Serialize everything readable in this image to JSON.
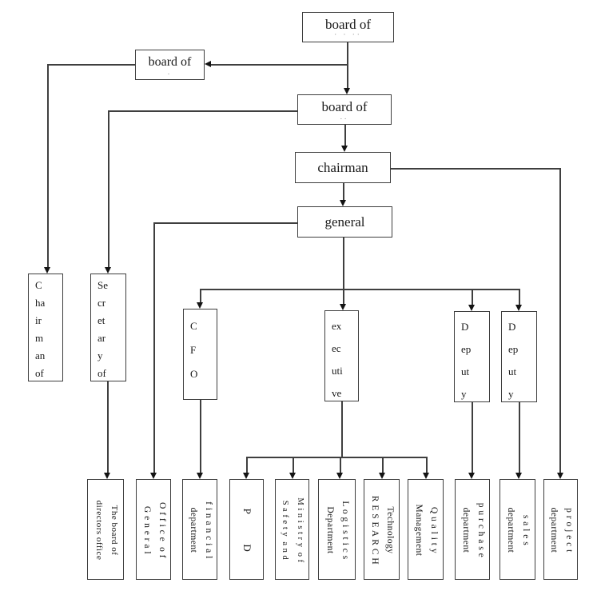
{
  "nodes": {
    "board_top": {
      "label": "board of",
      "sub": "· · ··"
    },
    "board_left": {
      "label": "board of",
      "sub": "."
    },
    "board_mid": {
      "label": "board of",
      "sub": ".."
    },
    "chairman": {
      "label": "chairman"
    },
    "general": {
      "label": "general"
    },
    "chairman_of": {
      "label": "Chairman of",
      "lines": "C\nha\nir\nm\nan\nof"
    },
    "secretary_of": {
      "label": "Secretary of",
      "lines": "Se\ncr\net\nar\ny\nof"
    },
    "cfo": {
      "label": "CFO",
      "lines": "C\nF\nO"
    },
    "executive": {
      "label": "executive",
      "lines": "ex\nec\nuti\nve"
    },
    "deputy1": {
      "label": "Deputy",
      "lines": "D\nep\nut\ny"
    },
    "deputy2": {
      "label": "Deputy",
      "lines": "D\nep\nut\ny"
    },
    "board_office": {
      "label": "The board of directors office",
      "lines": "The board of\ndirectors office"
    },
    "office_general": {
      "label": "Office of General",
      "lines": "O f f i c e  o f\nG e n e r a l"
    },
    "financial": {
      "label": "financial department",
      "lines": "f i n a n c i a l\ndepartment"
    },
    "pd": {
      "label": "P D",
      "lines": "P          D"
    },
    "ministry": {
      "label": "Ministry of Safety and",
      "lines": "M i n i s t r y  o f\nS a f e t y  a n d"
    },
    "logistics": {
      "label": "Logistics Department",
      "lines": "L o g i s t i c s\nDepartment"
    },
    "technology": {
      "label": "Technology RESEARCH",
      "lines": "Technology\nR E S E A R C H"
    },
    "quality": {
      "label": "Quality Management",
      "lines": "Q u a l i t y\nManagement"
    },
    "purchase": {
      "label": "purchase department",
      "lines": "p u r c h a s e\ndepartment"
    },
    "sales": {
      "label": "sales department",
      "lines": "s a l e s\ndepartment"
    },
    "project": {
      "label": "project department",
      "lines": "p r o j e c t\ndepartment"
    }
  },
  "colors": {
    "line": "#3f3f3f",
    "border": "#3e3e3e",
    "text": "#1a1a1a",
    "background": "#ffffff"
  }
}
